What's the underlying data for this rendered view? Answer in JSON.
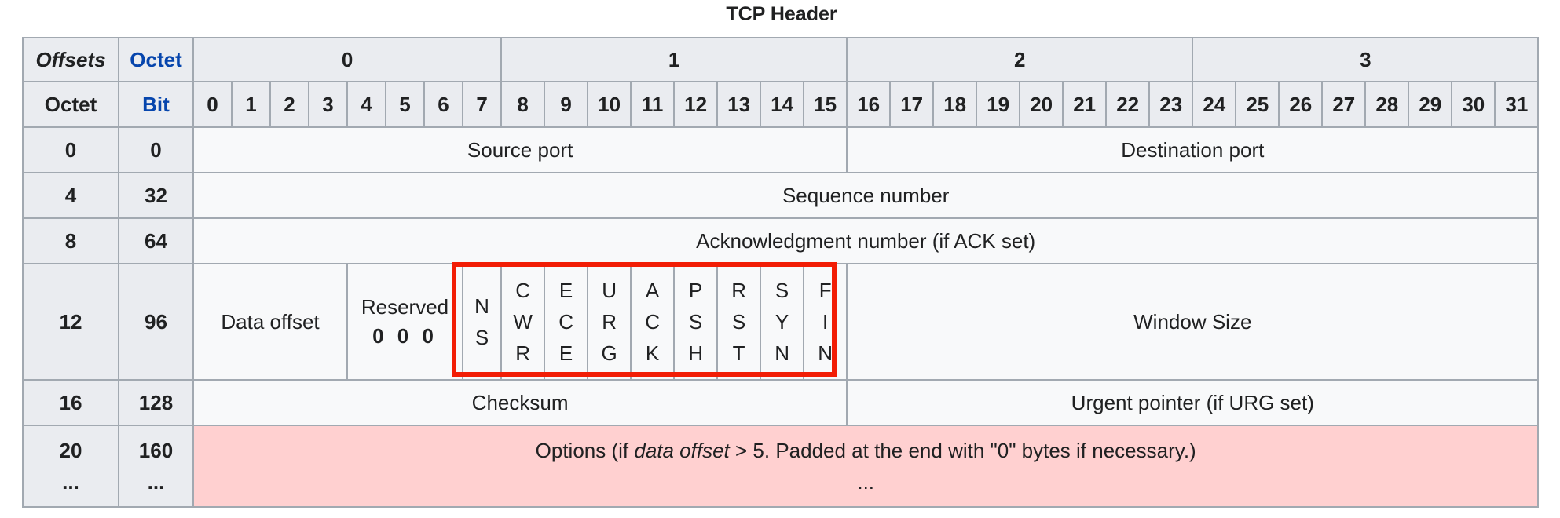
{
  "caption": "TCP Header",
  "corner": {
    "offsets": "Offsets",
    "octet": "Octet",
    "octet_left": "Octet",
    "bit": "Bit"
  },
  "octets": [
    "0",
    "1",
    "2",
    "3"
  ],
  "bits": [
    "0",
    "1",
    "2",
    "3",
    "4",
    "5",
    "6",
    "7",
    "8",
    "9",
    "10",
    "11",
    "12",
    "13",
    "14",
    "15",
    "16",
    "17",
    "18",
    "19",
    "20",
    "21",
    "22",
    "23",
    "24",
    "25",
    "26",
    "27",
    "28",
    "29",
    "30",
    "31"
  ],
  "rows": {
    "r0": {
      "octet": "0",
      "bit": "0",
      "a": "Source port",
      "b": "Destination port"
    },
    "r4": {
      "octet": "4",
      "bit": "32",
      "a": "Sequence number"
    },
    "r8": {
      "octet": "8",
      "bit": "64",
      "a": "Acknowledgment number (if ACK set)"
    },
    "r12": {
      "octet": "12",
      "bit": "96",
      "data_offset": "Data offset",
      "reserved": "Reserved",
      "reserved_bits": "0 0 0",
      "window": "Window Size"
    },
    "r16": {
      "octet": "16",
      "bit": "128",
      "a": "Checksum",
      "b": "Urgent pointer (if URG set)"
    },
    "r20": {
      "octet": "20",
      "octet_more": "...",
      "bit": "160",
      "bit_more": "...",
      "options_pre": "Options (if ",
      "options_em": "data offset",
      "options_post": " > 5. Padded at the end with \"0\" bytes if necessary.)",
      "options_more": "..."
    }
  },
  "flags": [
    {
      "name": "NS",
      "letters": [
        "N",
        "S"
      ]
    },
    {
      "name": "CWR",
      "letters": [
        "C",
        "W",
        "R"
      ]
    },
    {
      "name": "ECE",
      "letters": [
        "E",
        "C",
        "E"
      ]
    },
    {
      "name": "URG",
      "letters": [
        "U",
        "R",
        "G"
      ]
    },
    {
      "name": "ACK",
      "letters": [
        "A",
        "C",
        "K"
      ]
    },
    {
      "name": "PSH",
      "letters": [
        "P",
        "S",
        "H"
      ]
    },
    {
      "name": "RST",
      "letters": [
        "R",
        "S",
        "T"
      ]
    },
    {
      "name": "SYN",
      "letters": [
        "S",
        "Y",
        "N"
      ]
    },
    {
      "name": "FIN",
      "letters": [
        "F",
        "I",
        "N"
      ]
    }
  ],
  "colors": {
    "header_bg": "#eaecf0",
    "cell_bg": "#f8f9fa",
    "options_bg": "#ffd0d0",
    "border": "#a2a9b1",
    "link_blue": "#0645ad",
    "highlight": "#f21d05"
  }
}
